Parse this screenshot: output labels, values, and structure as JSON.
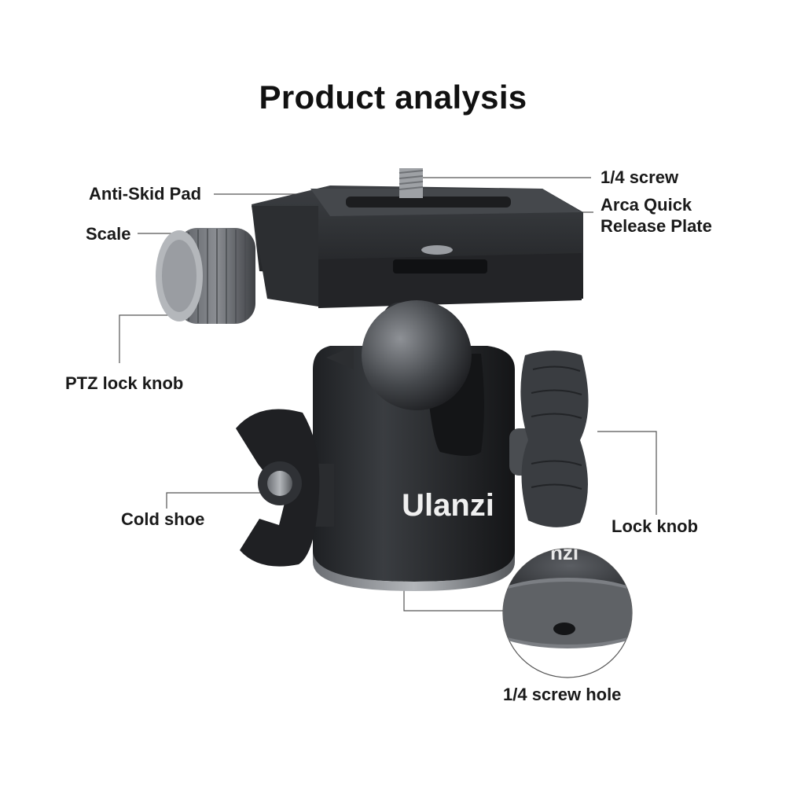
{
  "title": "Product analysis",
  "brand": "Ulanzi",
  "labels": {
    "screw": "1/4 screw",
    "arca_line1": "Arca Quick",
    "arca_line2": "Release Plate",
    "anti_skid": "Anti-Skid Pad",
    "scale": "Scale",
    "ptz_lock": "PTZ lock knob",
    "cold_shoe": "Cold shoe",
    "lock_knob": "Lock knob",
    "screw_hole": "1/4 screw hole"
  },
  "colors": {
    "background": "#ffffff",
    "body": "#2a2c2f",
    "accent_gray": "#8a8d92",
    "text": "#1a1a1a"
  }
}
